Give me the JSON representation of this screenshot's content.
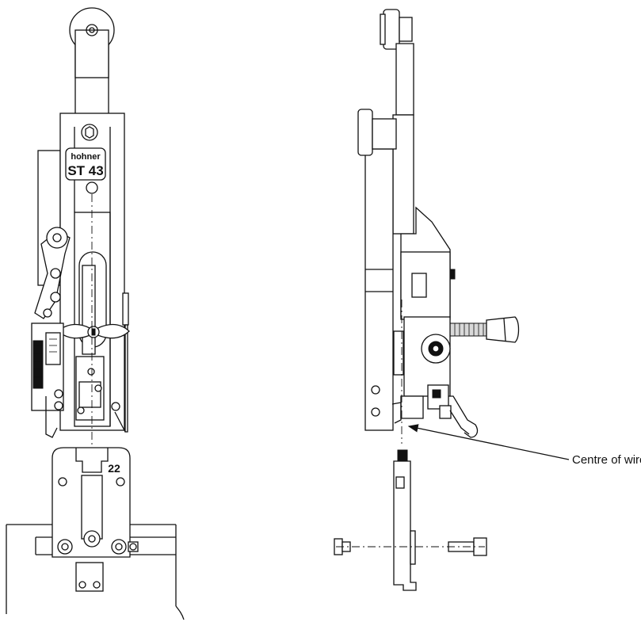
{
  "product_plate": {
    "brand": "hohner",
    "model": "ST 43"
  },
  "size_marking": "22",
  "callout": {
    "label": "Centre of wire stitch"
  }
}
